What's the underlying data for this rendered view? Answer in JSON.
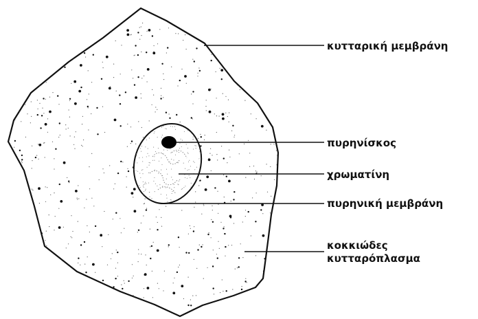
{
  "labels": {
    "cell_membrane": "κυτταρική μεμβράνη",
    "nucleolus": "πυρηνίσκος",
    "chromatin": "χρωματίνη",
    "nuclear_membrane": "πυρηνική μεμβράνη",
    "cytoplasm_line1": "κοκκιώδες",
    "cytoplasm_line2": "κυτταρόπλασμα"
  },
  "colors": {
    "ink": "#111111",
    "background": "#ffffff"
  }
}
